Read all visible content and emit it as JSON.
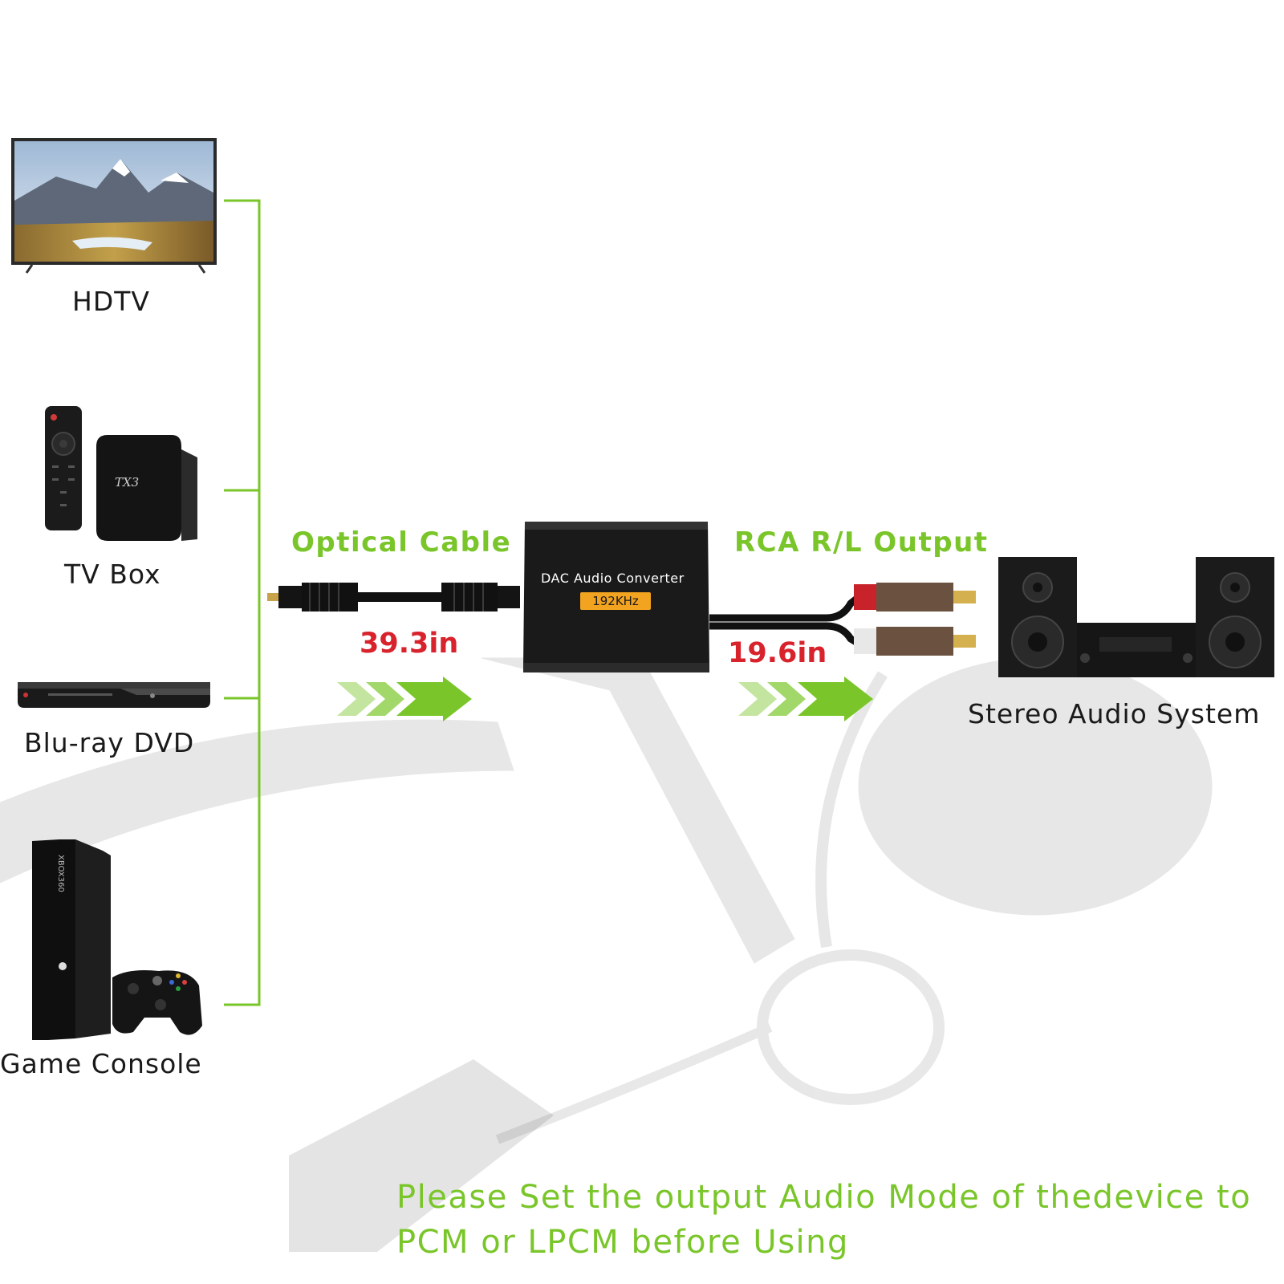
{
  "sources": [
    {
      "label": "HDTV",
      "icon": "hdtv-icon"
    },
    {
      "label": "TV Box",
      "icon": "tv-box-icon"
    },
    {
      "label": "Blu-ray DVD",
      "icon": "bluray-player-icon"
    },
    {
      "label": "Game Console",
      "icon": "game-console-icon"
    }
  ],
  "optical": {
    "label": "Optical Cable",
    "length": "39.3in"
  },
  "rca": {
    "label": "RCA R/L Output",
    "length": "19.6in"
  },
  "converter": {
    "title": "DAC Audio Converter",
    "rate": "192KHz"
  },
  "destination": {
    "label": "Stereo Audio System",
    "icon": "stereo-system-icon"
  },
  "note": {
    "line1": "Please Set the output Audio Mode of thedevice to",
    "line2": "PCM or LPCM before Using"
  },
  "colors": {
    "accent_green": "#7ac62a",
    "length_red": "#d8222c",
    "badge_orange": "#f2a31f"
  }
}
